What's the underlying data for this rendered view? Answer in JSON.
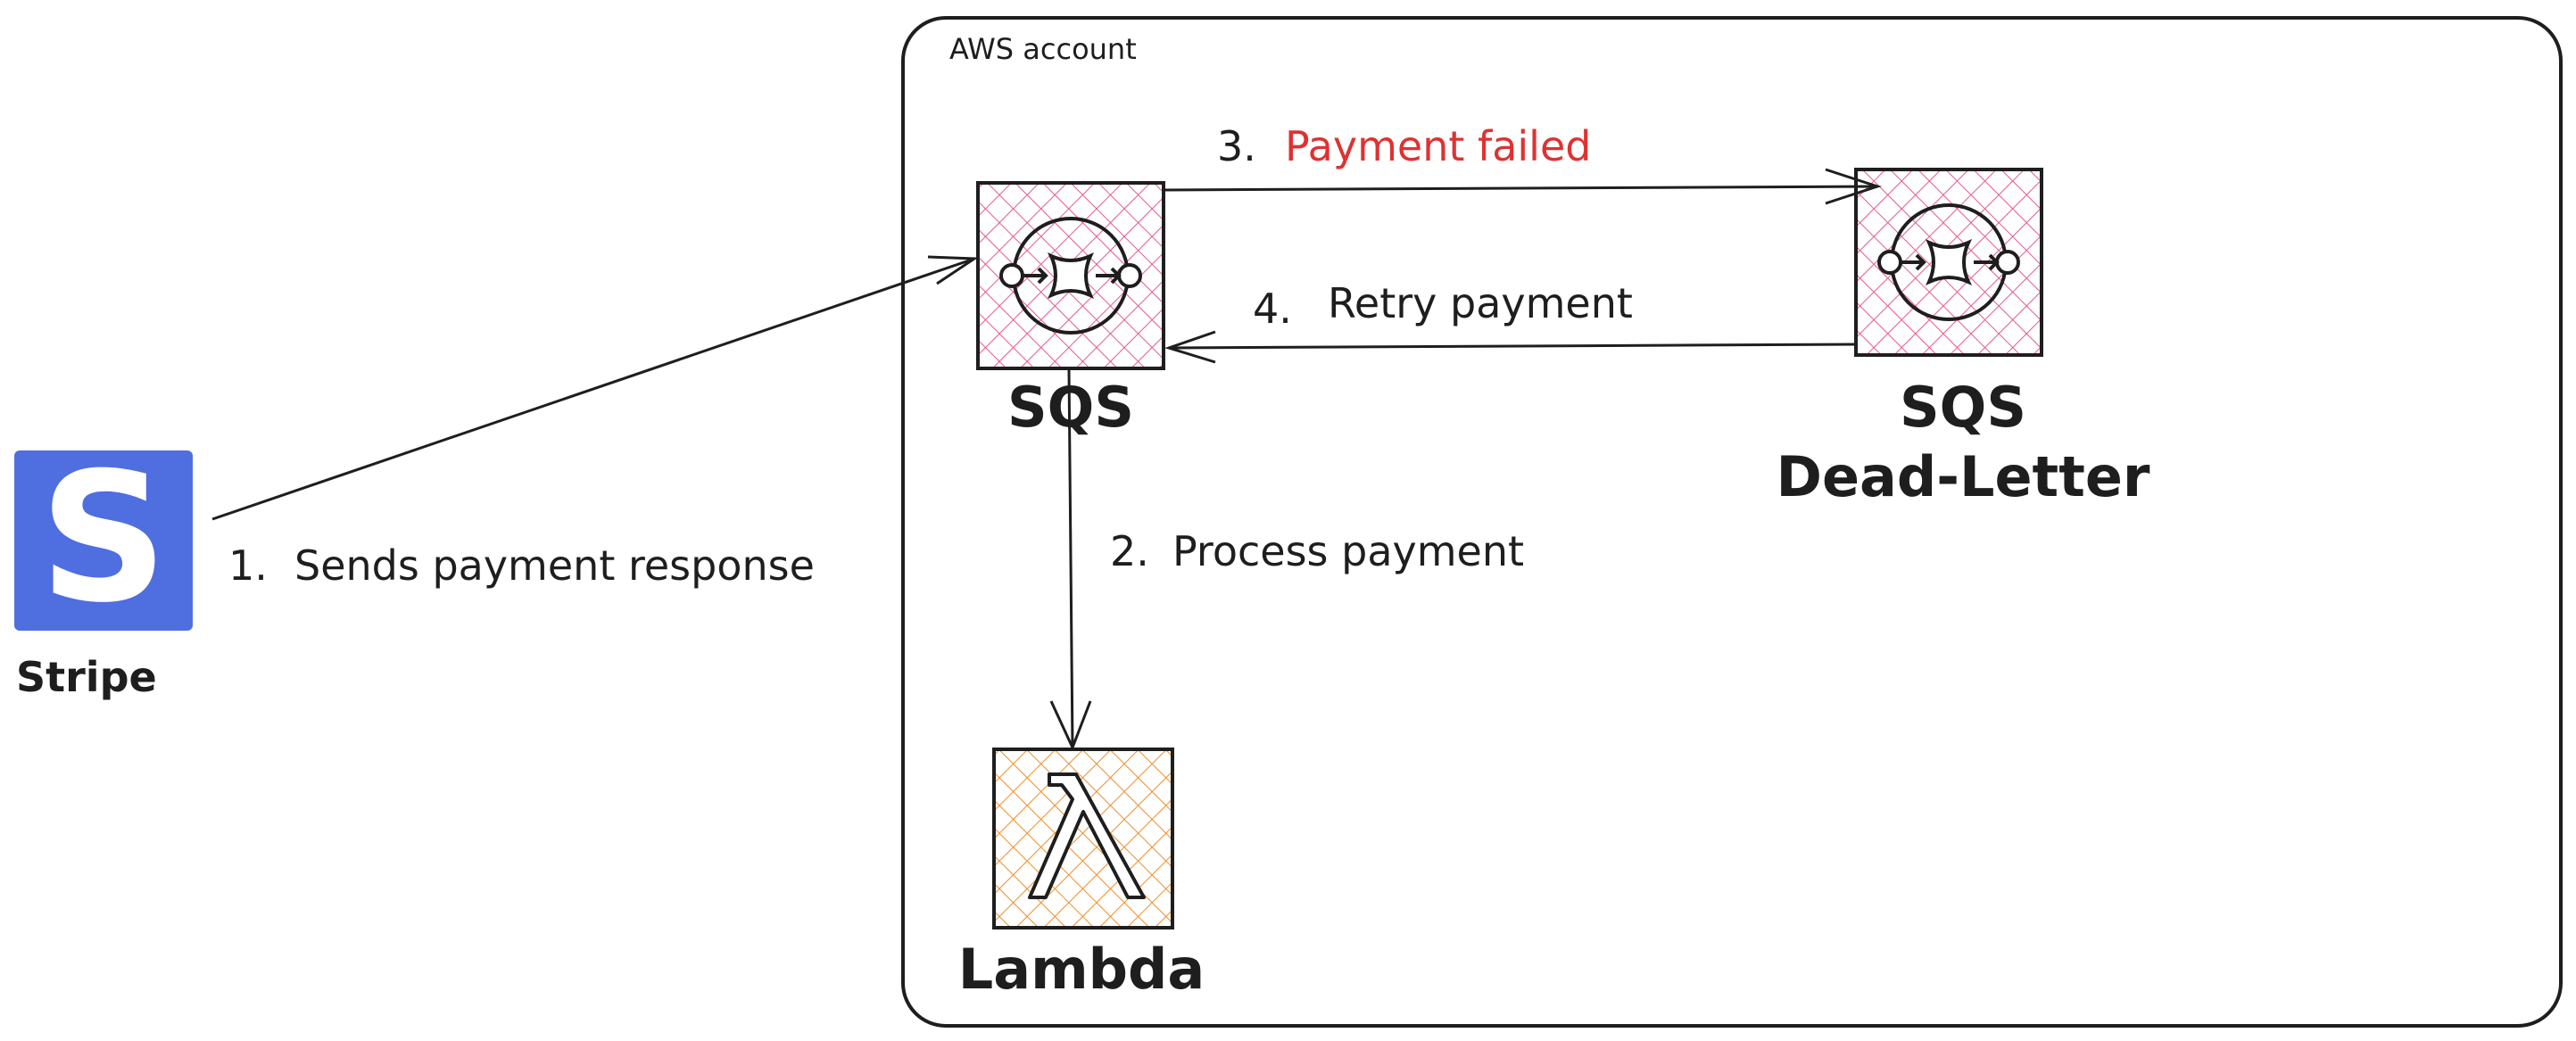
{
  "container": {
    "label": "AWS account"
  },
  "nodes": {
    "stripe": {
      "label": "Stripe",
      "icon": "stripe-logo-icon",
      "color": "#4f6ee0"
    },
    "sqs": {
      "label": "SQS",
      "icon": "sqs-queue-icon",
      "hatch_color": "#e8578f"
    },
    "dlq": {
      "label_line1": "SQS",
      "label_line2": "Dead-Letter",
      "icon": "sqs-queue-icon",
      "hatch_color": "#e8578f"
    },
    "lambda": {
      "label": "Lambda",
      "icon": "lambda-icon",
      "hatch_color": "#f28c28"
    }
  },
  "edges": {
    "step1": {
      "number": "1.",
      "text": "Sends payment response"
    },
    "step2": {
      "number": "2.",
      "text": "Process payment"
    },
    "step3": {
      "number": "3.",
      "text": "Payment failed",
      "text_color": "#e03131"
    },
    "step4": {
      "number": "4.",
      "text": "Retry payment"
    }
  }
}
